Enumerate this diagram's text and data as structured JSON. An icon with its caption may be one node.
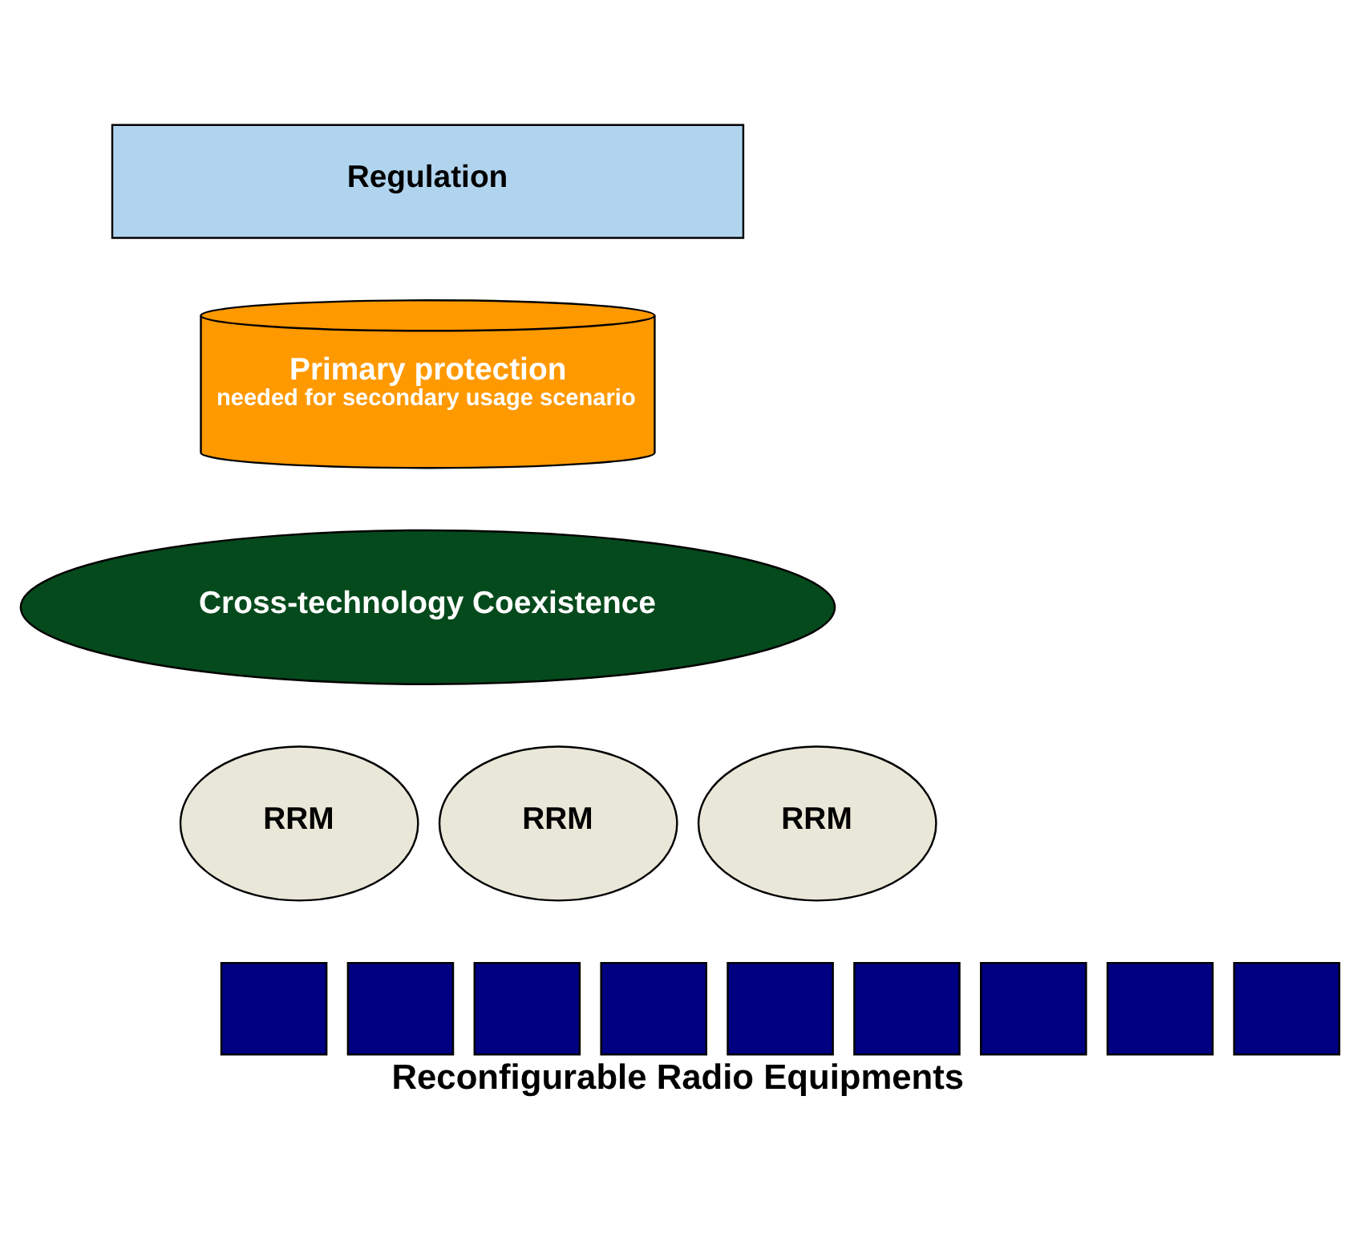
{
  "diagram": {
    "caption": "Reconfigurable Radio Equipments",
    "nodes": [
      {
        "text": [
          "Regulation"
        ]
      },
      {
        "text": [
          "Primary protection",
          "needed for secondary usage scenario"
        ]
      },
      {
        "text": [
          "Cross-technology Coexistence"
        ]
      },
      {
        "text": [
          "RRM"
        ]
      },
      {
        "text": [
          "RRM"
        ]
      },
      {
        "text": [
          "RRM"
        ]
      },
      {
        "text": [],
        "shape": "box"
      },
      {
        "text": [],
        "shape": "box"
      },
      {
        "text": [],
        "shape": "box"
      },
      {
        "text": [],
        "shape": "box"
      },
      {
        "text": [],
        "shape": "box"
      },
      {
        "text": [],
        "shape": "box"
      },
      {
        "text": [],
        "shape": "box"
      },
      {
        "text": [],
        "shape": "box"
      },
      {
        "text": [],
        "shape": "box"
      }
    ],
    "edges": []
  }
}
